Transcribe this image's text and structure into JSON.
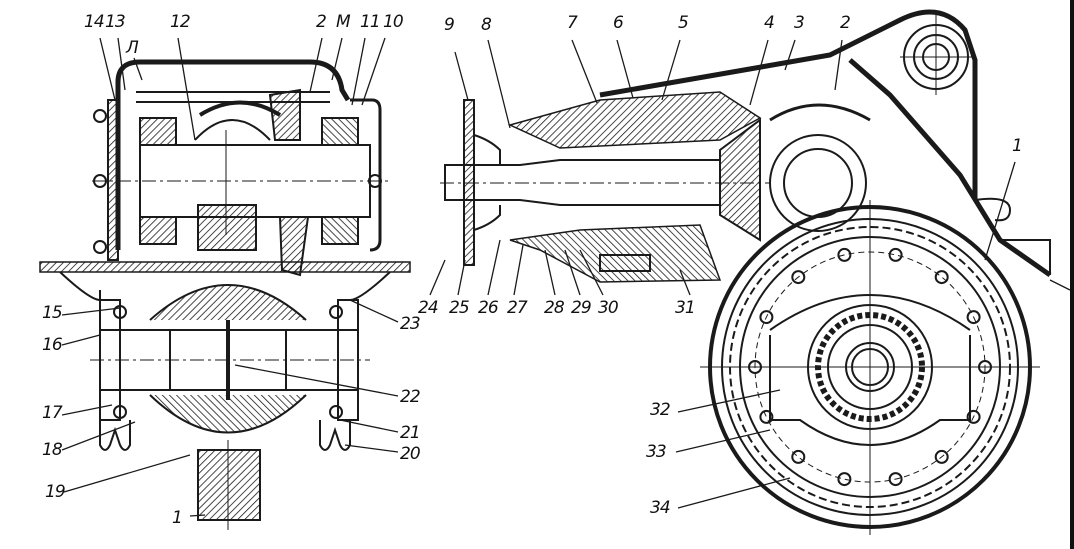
{
  "figure": {
    "type": "engineering cross-section drawing",
    "views": [
      {
        "id": "left-view",
        "description": "Cross-section of bevel pinion shaft, differential and drive sprockets (front section)"
      },
      {
        "id": "right-view",
        "description": "Side section of pinion shaft assembly, housing and final drive gear with wheel"
      }
    ]
  },
  "labels": {
    "left": {
      "l14": "14",
      "l13": "13",
      "lL": "Л",
      "l12": "12",
      "l2": "2",
      "lM": "М",
      "l11": "11",
      "l10": "10",
      "l15": "15",
      "l16": "16",
      "l17": "17",
      "l18": "18",
      "l19": "19",
      "l1": "1",
      "l20": "20",
      "l21": "21",
      "l22": "22",
      "l23": "23"
    },
    "right": {
      "l9": "9",
      "l8": "8",
      "l7": "7",
      "l6": "6",
      "l5": "5",
      "l4": "4",
      "l3": "3",
      "l2": "2",
      "l1": "1",
      "l24": "24",
      "l25": "25",
      "l26": "26",
      "l27": "27",
      "l28": "28",
      "l29": "29",
      "l30": "30",
      "l31": "31",
      "l32": "32",
      "l33": "33",
      "l34": "34"
    }
  },
  "colors": {
    "ink": "#1a1a1a",
    "paper": "#ffffff"
  }
}
